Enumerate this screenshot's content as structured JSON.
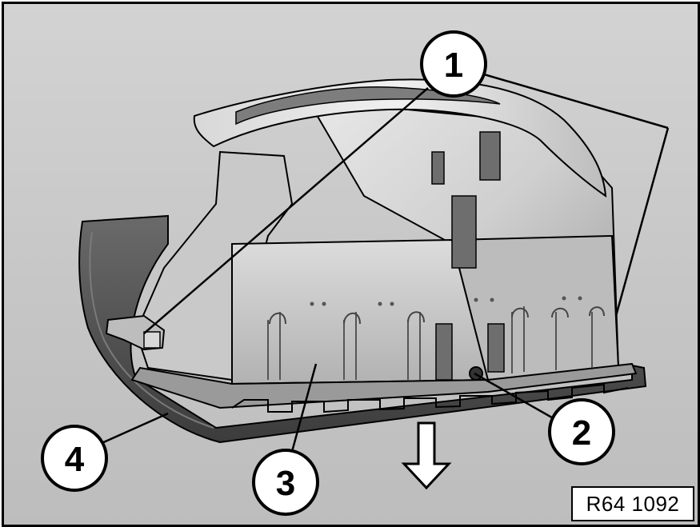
{
  "diagram": {
    "reference_code": "R64 1092",
    "callouts": [
      "1",
      "2",
      "3",
      "4"
    ],
    "direction_indicator": "down-arrow-icon"
  },
  "colors": {
    "background": "#c8c8c8",
    "housing_light": "#e6e6e6",
    "housing_mid": "#c2c2c2",
    "housing_dark": "#8e8e8e",
    "trim_dark": "#4a4a4a",
    "outline": "#000000",
    "callout_fill": "#ffffff"
  }
}
